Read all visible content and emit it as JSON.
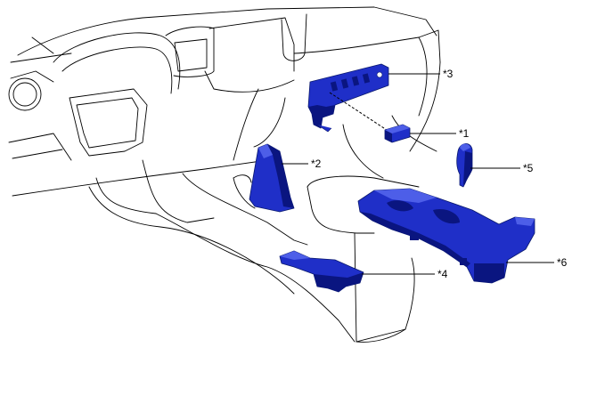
{
  "colors": {
    "part_fill": "#1f2fc8",
    "part_dark": "#0a1580",
    "part_highlight": "#4d5ee8",
    "outline": "#000000",
    "background": "#ffffff"
  },
  "callouts": [
    {
      "id": "1",
      "label": "*1"
    },
    {
      "id": "2",
      "label": "*2"
    },
    {
      "id": "3",
      "label": "*3"
    },
    {
      "id": "4",
      "label": "*4"
    },
    {
      "id": "5",
      "label": "*5"
    },
    {
      "id": "6",
      "label": "*6"
    }
  ]
}
